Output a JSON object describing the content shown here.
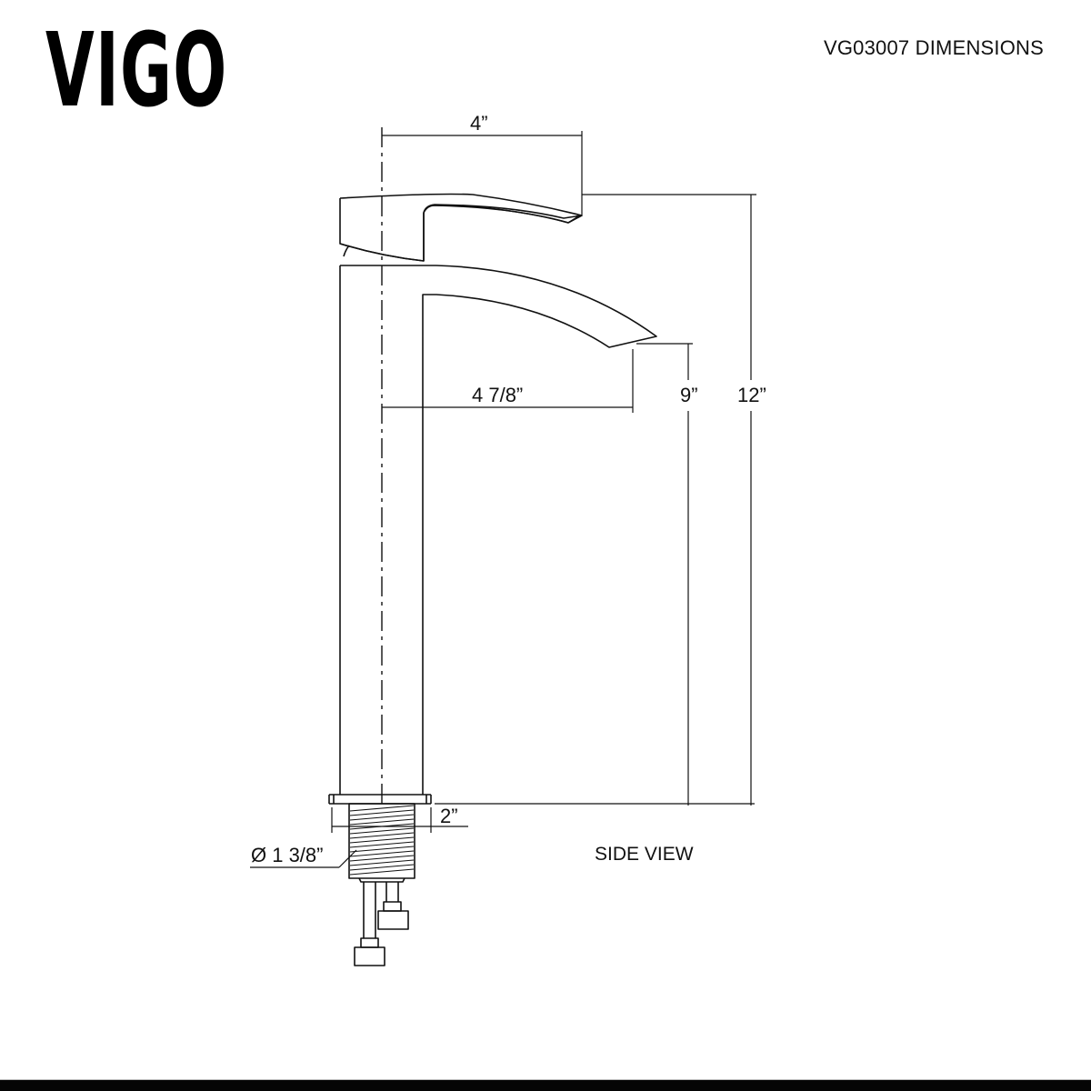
{
  "brand": {
    "logo_text": "VIGO"
  },
  "header": {
    "title": "VG03007 DIMENSIONS"
  },
  "drawing": {
    "view_label": "SIDE VIEW",
    "line_color": "#111111",
    "background": "#ffffff",
    "dimensions": {
      "handle_reach": "4”",
      "spout_reach": "4 7/8”",
      "spout_height": "9”",
      "total_height": "12”",
      "shank_length": "2”",
      "shank_diameter": "Ø 1 3/8”"
    }
  },
  "footer": {
    "bar_color": "#050505"
  }
}
